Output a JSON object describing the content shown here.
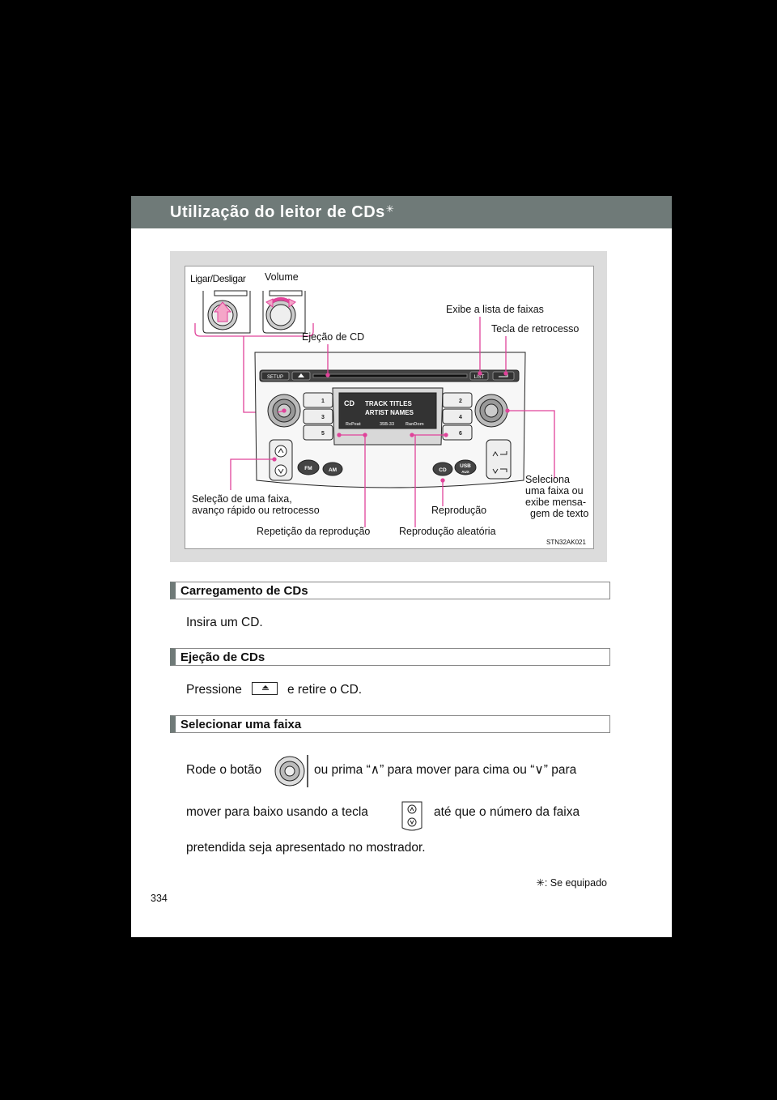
{
  "title": "Utilização do leitor de CDs",
  "title_mark": "✳",
  "figure": {
    "labels": {
      "power": "Ligar/Desligar",
      "volume": "Volume",
      "eject": "Ejeção de CD",
      "list": "Exibe a lista de faixas",
      "back": "Tecla de retrocesso",
      "select_l1": "Seleção de uma faixa,",
      "select_l2": "avanço rápido ou retrocesso",
      "repeat": "Repetição da reprodução",
      "random": "Reprodução aleatória",
      "play": "Reprodução",
      "sel_text_l1": "Seleciona",
      "sel_text_l2": "uma faixa ou",
      "sel_text_l3": "exibe mensa-",
      "sel_text_l4": "gem de texto",
      "code": "STN32AK021"
    },
    "unit": {
      "setup": "SETUP",
      "list": "LIST",
      "display_cd": "CD",
      "track_titles": "TRACK TITLES",
      "artist_names": "ARTIST NAMES",
      "repeat": "RePeat",
      "time": "35B-33",
      "random": "RanDom",
      "fm": "FM",
      "am": "AM",
      "cd": "CD",
      "usb": "USB",
      "aux": "AUX",
      "presets": [
        "1",
        "2",
        "3",
        "4",
        "5",
        "6"
      ]
    }
  },
  "sections": {
    "load": {
      "heading": "Carregamento de CDs",
      "text": "Insira um CD."
    },
    "eject": {
      "heading": "Ejeção de CDs",
      "text_before": "Pressione",
      "text_after": "e retire o CD."
    },
    "select": {
      "heading": "Selecionar uma faixa",
      "line1_a": "Rode o botão",
      "line1_b": "ou prima “",
      "up": "∧",
      "line1_c": "” para mover para cima ou “",
      "down": "∨",
      "line1_d": "” para",
      "line2_a": "mover para baixo usando a tecla",
      "line2_b": "até que o número da faixa",
      "line3": "pretendida seja apresentado no mostrador."
    }
  },
  "footnote_mark": "✳",
  "footnote": ": Se equipado",
  "page_number": "334"
}
